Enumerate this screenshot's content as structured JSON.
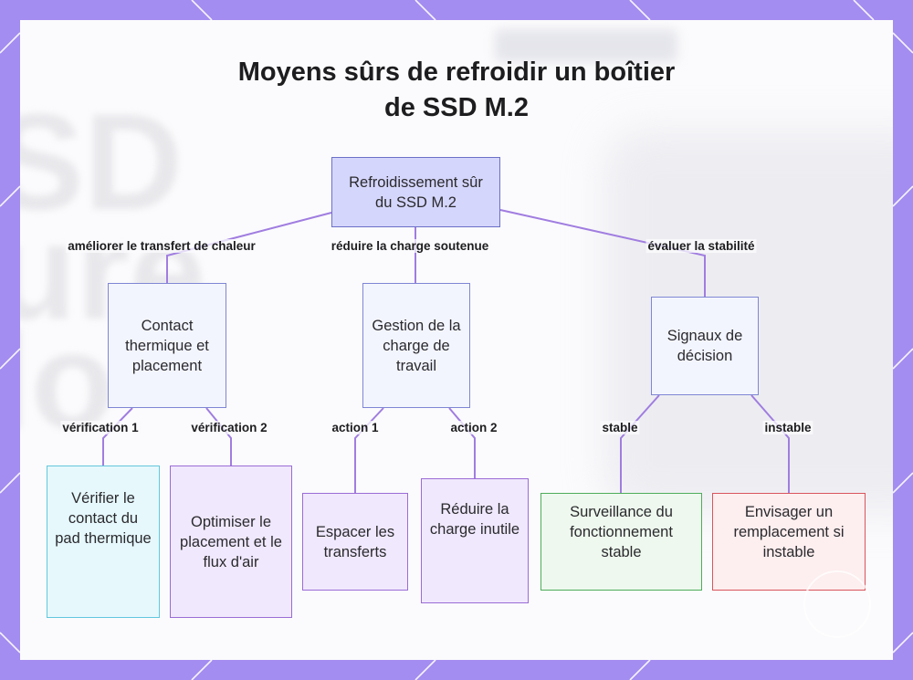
{
  "title": {
    "line1": "Moyens sûrs de refroidir un boîtier",
    "line2": "de SSD M.2"
  },
  "nodes": {
    "root": "Refroidissement sûr du SSD M.2",
    "contact": "Contact thermique et placement",
    "gestion": "Gestion de la charge de travail",
    "signaux": "Signaux de décision",
    "verifier": "Vérifier le contact du pad thermique",
    "optimiser": "Optimiser le placement et le flux d'air",
    "espacer": "Espacer les transferts",
    "reduire": "Réduire la charge inutile",
    "surveillance": "Surveillance du fonctionnement stable",
    "envisager": "Envisager un remplacement si instable"
  },
  "edge_labels": {
    "ameliorer": "améliorer le transfert de chaleur",
    "reduire_charge": "réduire la charge soutenue",
    "evaluer": "évaluer la stabilité",
    "verif1": "vérification 1",
    "verif2": "vérification 2",
    "action1": "action 1",
    "action2": "action 2",
    "stable": "stable",
    "instable": "instable"
  },
  "colors": {
    "frame": "#a48df0",
    "edge": "#a07de0",
    "root_fill": "#d5d6fb",
    "leaf_blue": "#63c7dc",
    "leaf_purple": "#9a6cd6",
    "leaf_green": "#4ead5a",
    "leaf_red": "#d8545c"
  },
  "background_icon": "logo-mark"
}
